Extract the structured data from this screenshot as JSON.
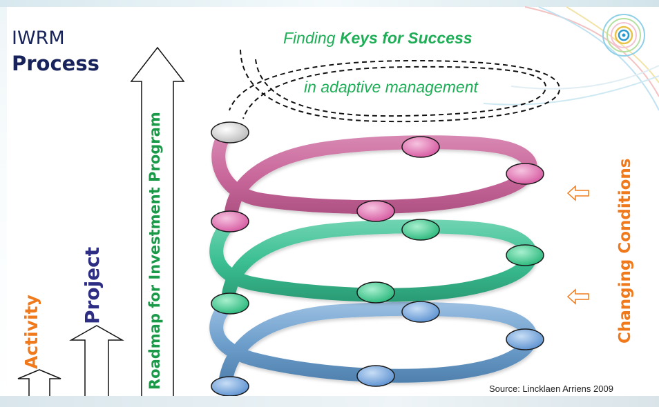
{
  "title": {
    "line1": "IWRM",
    "line2": "Process"
  },
  "header": {
    "line1_prefix": "Finding ",
    "line1_bold": "Keys for Success",
    "line2": "in adaptive management"
  },
  "labels": {
    "activity": "Activity",
    "project": "Project",
    "roadmap": "Roadmap for Investment Program",
    "changing_conditions": "Changing Conditions"
  },
  "source": "Source: Lincklaen Arriens 2009",
  "colors": {
    "title": "#17235a",
    "green_text": "#1fae57",
    "orange": "#f07a1b",
    "project_label": "#2c2d83",
    "roadmap_label": "#1a9a48",
    "pink_coil": "#c9689b",
    "green_coil": "#3bbf92",
    "blue_coil": "#6e9fcc",
    "top_node": "#d0d0d0"
  },
  "icons": {
    "arrows": "up-arrow-outline",
    "condition_arrows": "left-arrow-outline",
    "logo": "concentric-circles-logo"
  }
}
